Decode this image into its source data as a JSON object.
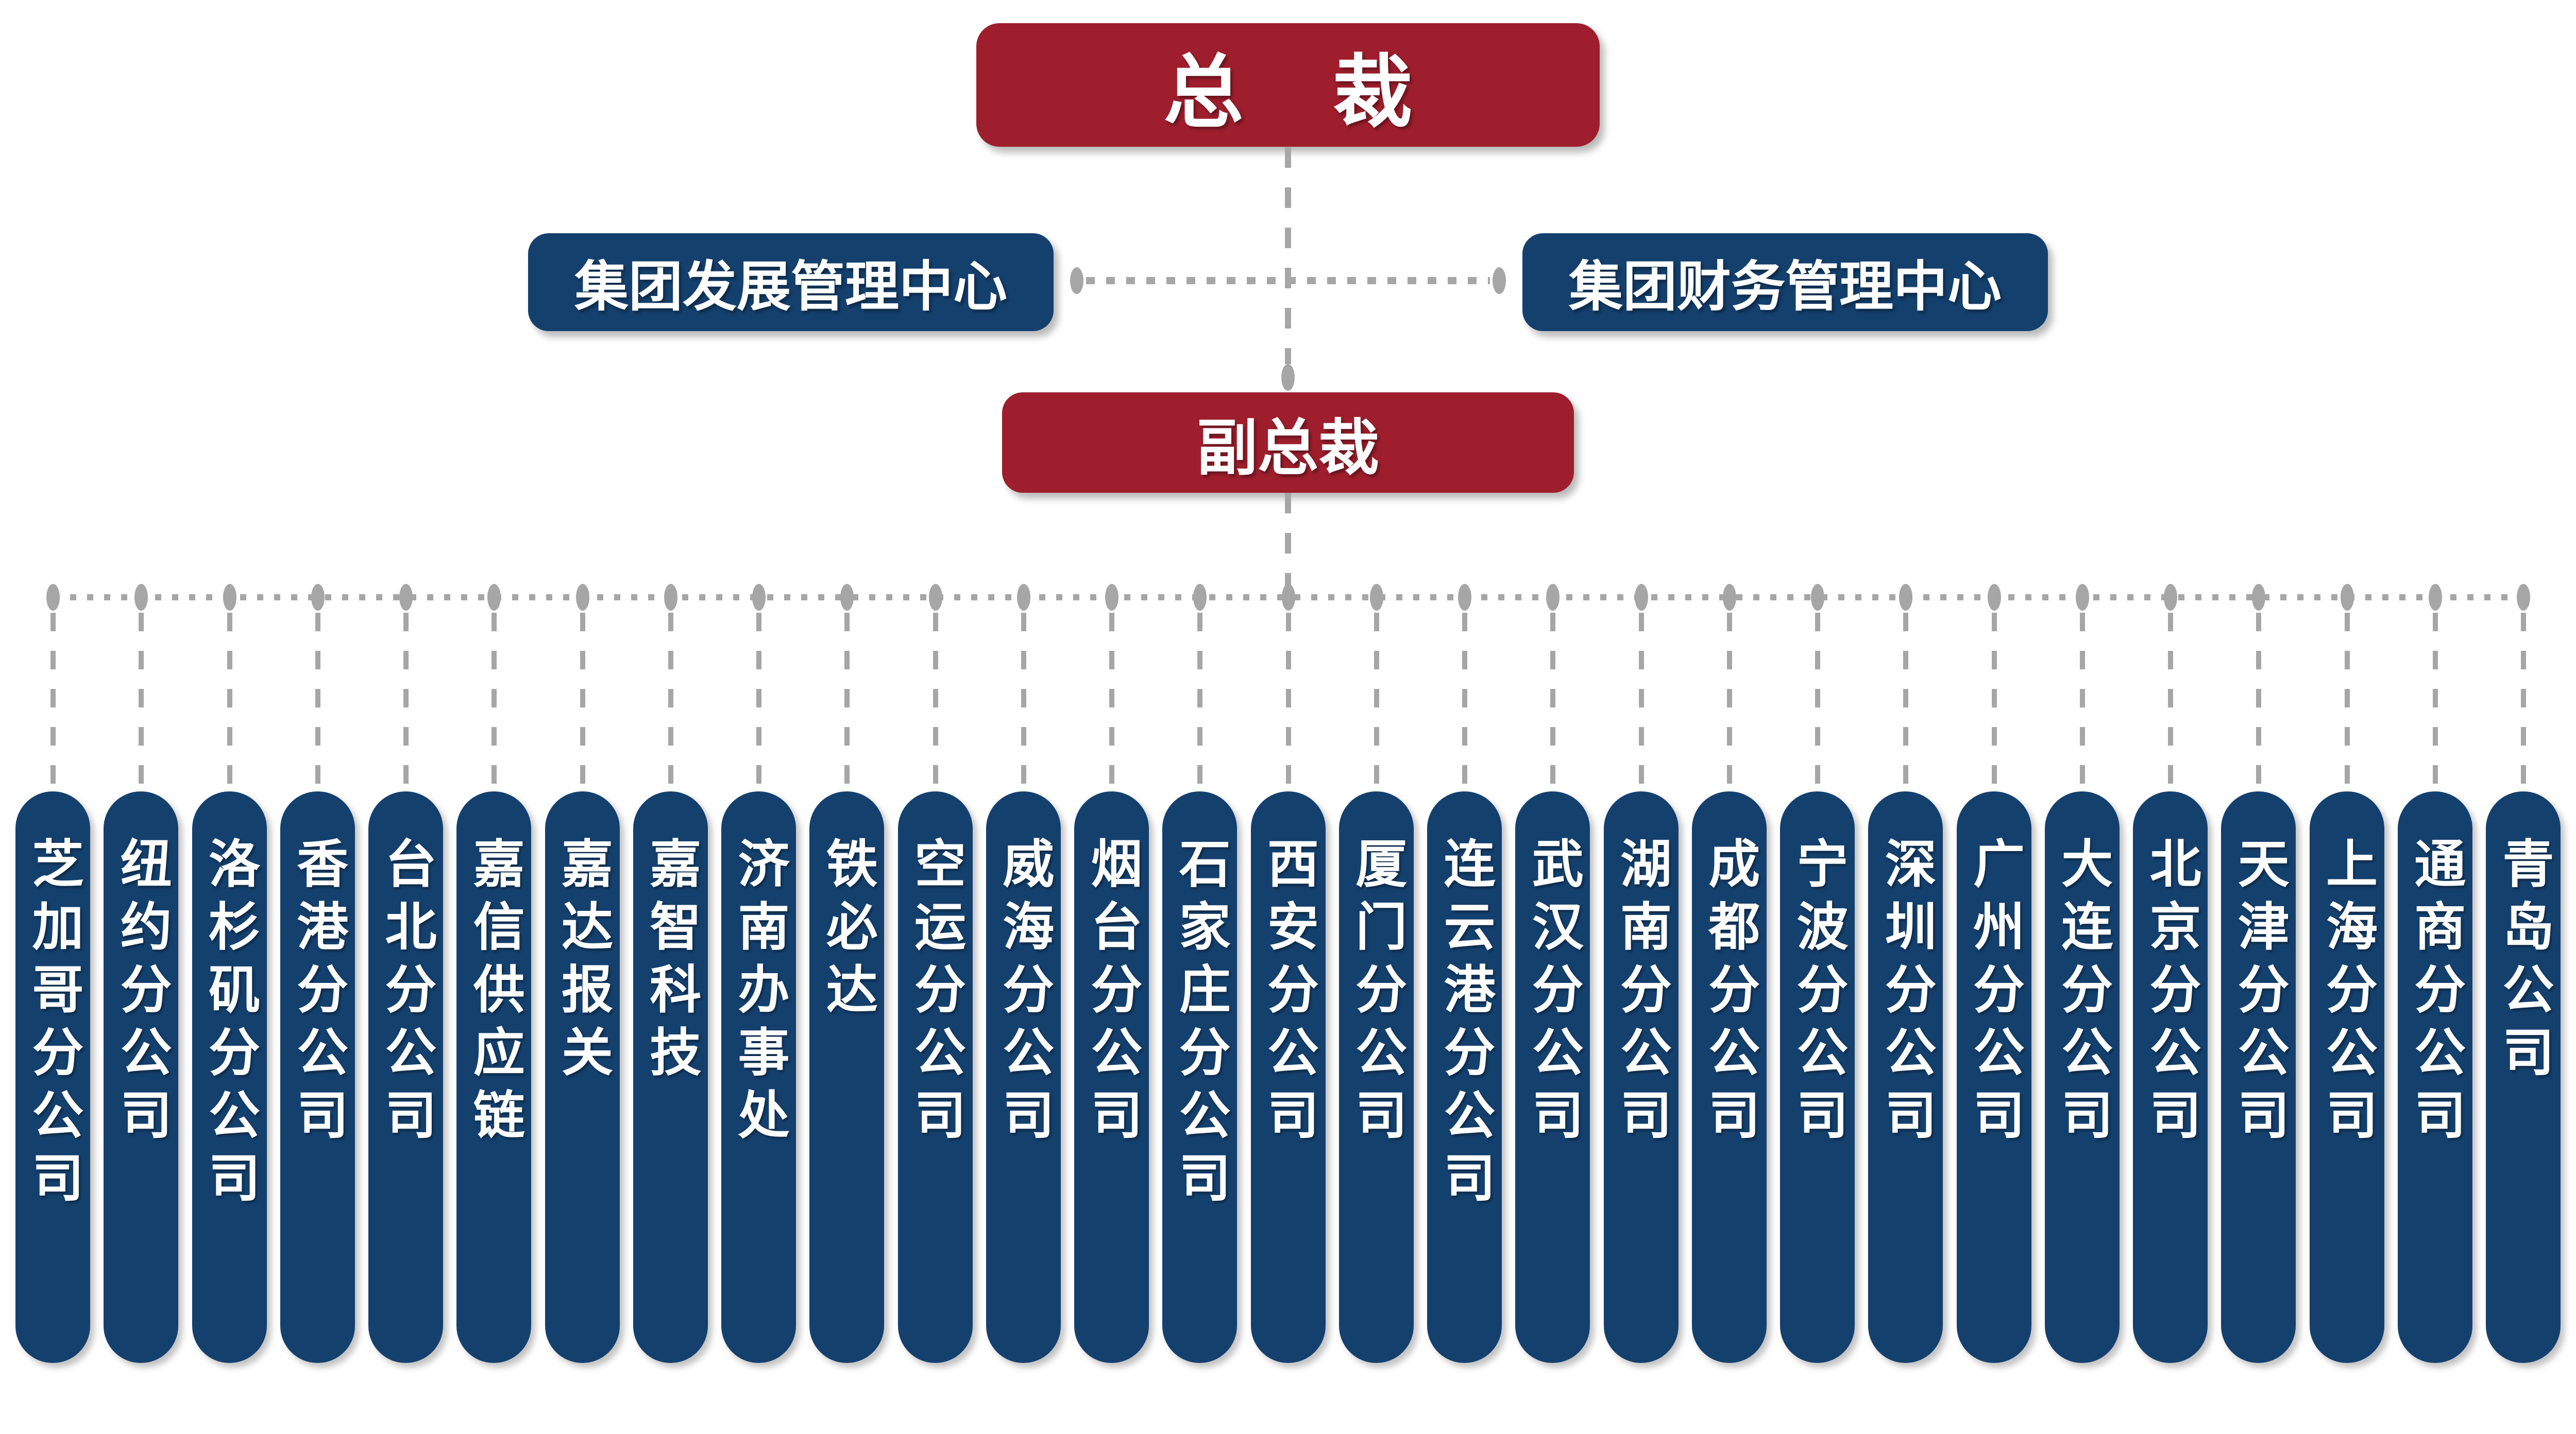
{
  "org_chart": {
    "root": {
      "label": "总 裁"
    },
    "centers": [
      {
        "label": "集团发展管理中心"
      },
      {
        "label": "集团财务管理中心"
      }
    ],
    "vp": {
      "label": "副总裁"
    },
    "branches": [
      {
        "label": "芝加哥分公司"
      },
      {
        "label": "纽约分公司"
      },
      {
        "label": "洛杉矶分公司"
      },
      {
        "label": "香港分公司"
      },
      {
        "label": "台北分公司"
      },
      {
        "label": "嘉信供应链"
      },
      {
        "label": "嘉达报关"
      },
      {
        "label": "嘉智科技"
      },
      {
        "label": "济南办事处"
      },
      {
        "label": "铁必达"
      },
      {
        "label": "空运分公司"
      },
      {
        "label": "威海分公司"
      },
      {
        "label": "烟台分公司"
      },
      {
        "label": "石家庄分公司"
      },
      {
        "label": "西安分公司"
      },
      {
        "label": "厦门分公司"
      },
      {
        "label": "连云港分公司"
      },
      {
        "label": "武汉分公司"
      },
      {
        "label": "湖南分公司"
      },
      {
        "label": "成都分公司"
      },
      {
        "label": "宁波分公司"
      },
      {
        "label": "深圳分公司"
      },
      {
        "label": "广州分公司"
      },
      {
        "label": "大连分公司"
      },
      {
        "label": "北京分公司"
      },
      {
        "label": "天津分公司"
      },
      {
        "label": "上海分公司"
      },
      {
        "label": "通商分公司"
      },
      {
        "label": "青岛公司"
      }
    ],
    "colors": {
      "executive_red": "#9E1E2D",
      "branch_blue": "#14406E",
      "connector_gray": "#A6A6A6",
      "text_white": "#FFFFFF",
      "background": "#FFFFFF"
    }
  }
}
